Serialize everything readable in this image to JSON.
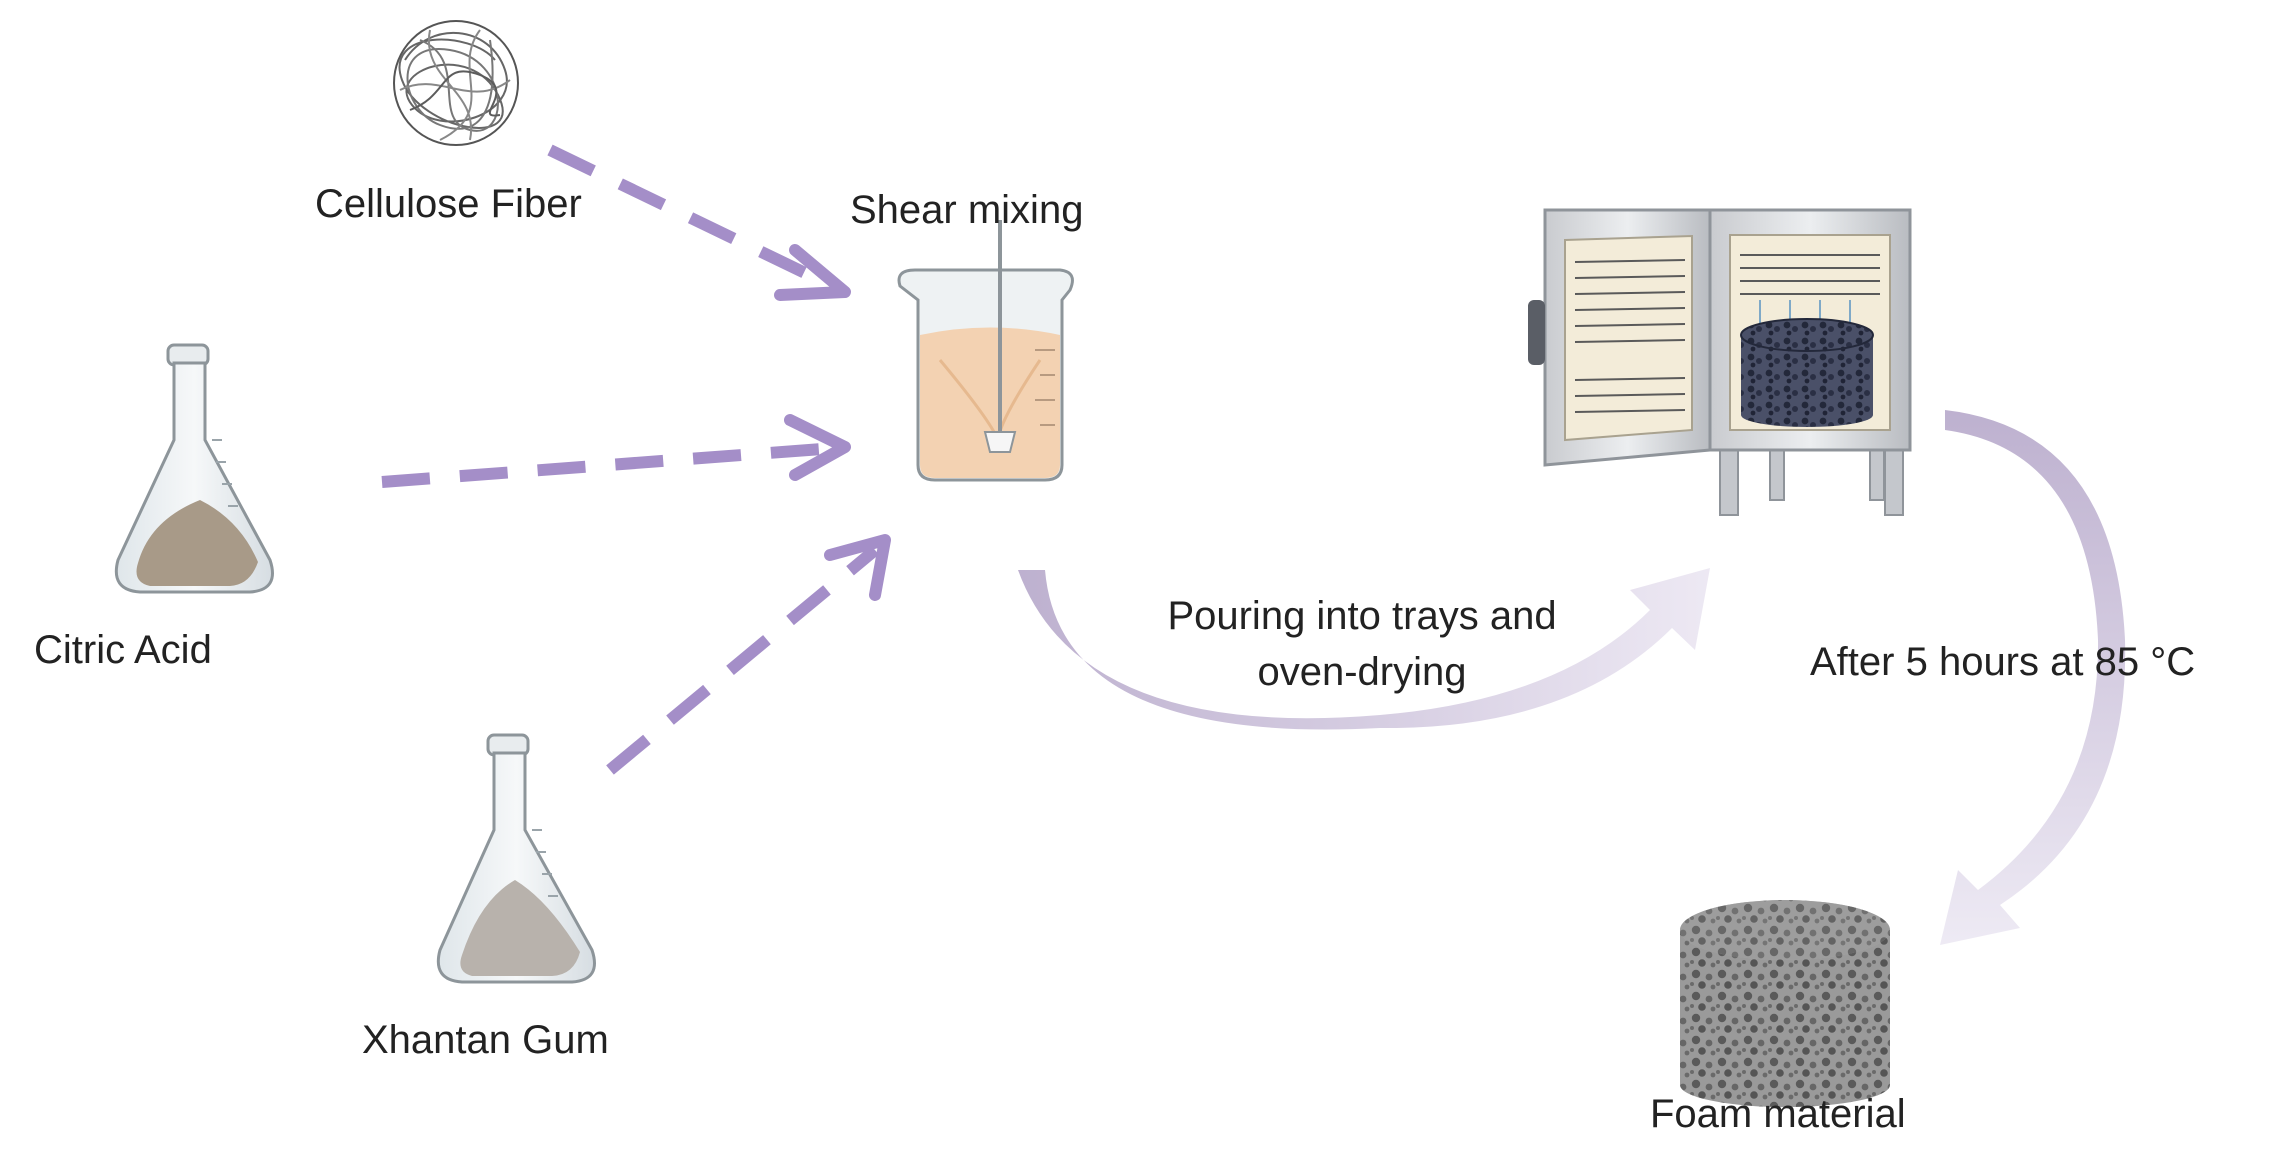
{
  "labels": {
    "cellulose_fiber": "Cellulose Fiber",
    "citric_acid": "Citric Acid",
    "xhantan_gum": "Xhantan Gum",
    "shear_mixing": "Shear mixing",
    "pouring_line1": "Pouring into trays and",
    "pouring_line2": "oven-drying",
    "after_hours": "After 5 hours at 85 °C",
    "foam_material": "Foam material"
  },
  "colors": {
    "dashed_arrow": "#a48ec8",
    "curved_arrow": "#c9bedb",
    "liquid": "#f3d2b2",
    "powder_citric": "#a89a88",
    "powder_gum": "#b8b2ac",
    "foam_dark": "#3a3f52",
    "foam_grey": "#8a8a8a"
  }
}
